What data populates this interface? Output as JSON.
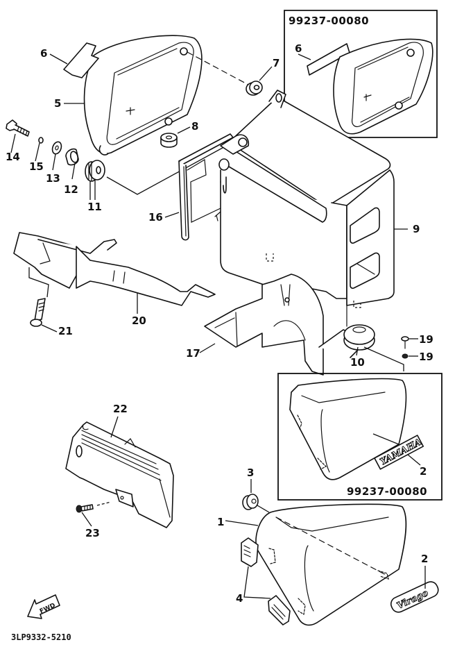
{
  "diagram": {
    "title": "Side cover / battery box exploded parts diagram",
    "drawing_code": "3LP9332-5210",
    "direction_marker": "FWD",
    "inset_boxes": [
      {
        "id": "inset-top",
        "part_number": "99237-00080",
        "callouts": [
          "6"
        ]
      },
      {
        "id": "inset-bottom",
        "part_number": "99237-00080",
        "callouts": [
          "2"
        ],
        "emblem_text": "YAMAHA"
      }
    ],
    "emblem_script_text": "Virago",
    "callouts": [
      {
        "ref": "1",
        "part": "side-cover"
      },
      {
        "ref": "2",
        "part": "emblem"
      },
      {
        "ref": "3",
        "part": "grommet"
      },
      {
        "ref": "4",
        "part": "damper"
      },
      {
        "ref": "5",
        "part": "side-cover-left"
      },
      {
        "ref": "6",
        "part": "emblem-plate"
      },
      {
        "ref": "7",
        "part": "grommet"
      },
      {
        "ref": "8",
        "part": "grommet"
      },
      {
        "ref": "9",
        "part": "battery-box"
      },
      {
        "ref": "10",
        "part": "damper"
      },
      {
        "ref": "11",
        "part": "damper"
      },
      {
        "ref": "12",
        "part": "collar"
      },
      {
        "ref": "13",
        "part": "washer"
      },
      {
        "ref": "14",
        "part": "bolt"
      },
      {
        "ref": "15",
        "part": "washer"
      },
      {
        "ref": "16",
        "part": "battery-band"
      },
      {
        "ref": "17",
        "part": "bracket"
      },
      {
        "ref": "19",
        "part": "screw"
      },
      {
        "ref": "19",
        "part": "washer"
      },
      {
        "ref": "20",
        "part": "fender-stay"
      },
      {
        "ref": "21",
        "part": "screw"
      },
      {
        "ref": "22",
        "part": "cover"
      },
      {
        "ref": "23",
        "part": "screw"
      }
    ],
    "colors": {
      "ink": "#111111",
      "paper": "#ffffff"
    }
  }
}
